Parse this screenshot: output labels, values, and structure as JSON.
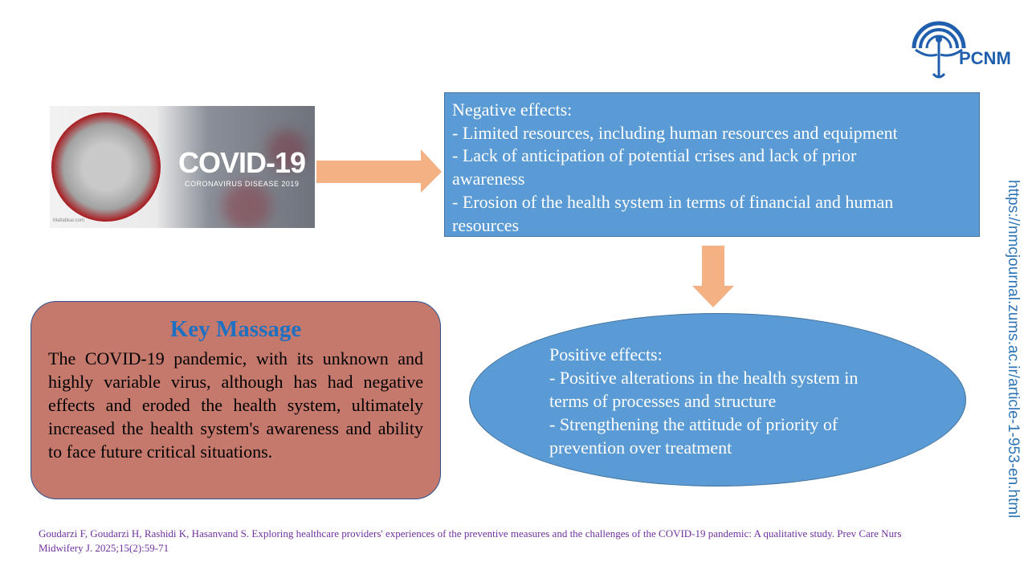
{
  "logo": {
    "text": "PCNM"
  },
  "covid_image": {
    "title": "COVID-19",
    "subtitle": "CORONAVIRUS DISEASE 2019",
    "credit": "Matlabkar.com"
  },
  "negative": {
    "heading": "Negative effects:",
    "items": [
      "- Limited resources, including human resources and equipment",
      "- Lack of anticipation of potential crises and lack of prior awareness",
      "- Erosion of the health system in terms of financial and human resources"
    ]
  },
  "positive": {
    "heading": "Positive effects:",
    "items": [
      "- Positive alterations in the health system in terms of processes and structure",
      "- Strengthening the attitude of priority of prevention over treatment"
    ]
  },
  "key_message": {
    "title": "Key Massage",
    "text": "The COVID-19 pandemic, with its unknown and highly variable virus, although has had negative effects and eroded the health system, ultimately increased the health system's awareness and ability to face future critical situations."
  },
  "url": "https://nmcjournal.zums.ac.ir/article-1-953-en.html",
  "citation": "Goudarzi F, Goudarzi H, Rashidi K, Hasanvand S. Exploring healthcare providers' experiences of the preventive measures and the challenges of the COVID-19 pandemic: A qualitative study. Prev Care Nurs Midwifery J. 2025;15(2):59-71",
  "colors": {
    "box": "#5b9bd5",
    "arrow": "#f4b183",
    "key_box": "#c5796d",
    "key_title": "#1f70c1",
    "citation": "#7030a0"
  }
}
